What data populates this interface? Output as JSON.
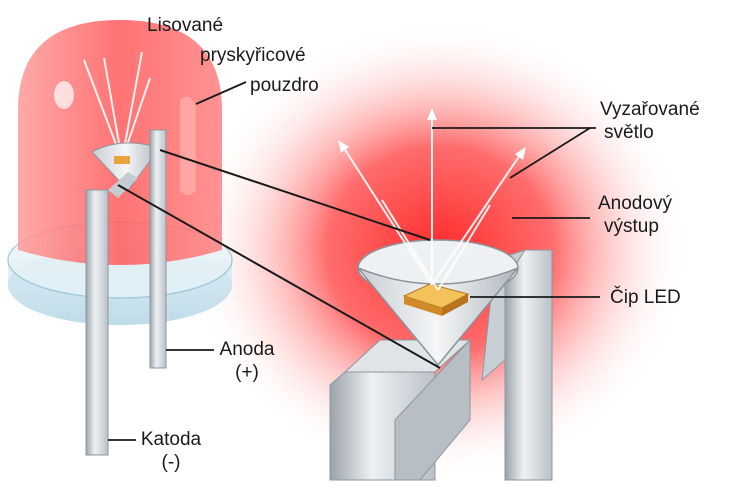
{
  "labels": {
    "housing": {
      "line1": "Lisované",
      "line2": "pryskyřicové",
      "line3": "pouzdro"
    },
    "light": {
      "line1": "Vyzařované",
      "line2": "světlo"
    },
    "anode_output": {
      "line1": "Anodový",
      "line2": "výstup"
    },
    "chip": {
      "text": "Čip LED"
    },
    "anode": {
      "line1": "Anoda",
      "line2": "(+)"
    },
    "cathode": {
      "line1": "Katoda",
      "line2": "(-)"
    }
  },
  "colors": {
    "glow": "#ff2a2a",
    "epoxy": "#ff6a6a",
    "metal": "#d7dde2",
    "chip": "#e8a33a",
    "leader": "#1a1a1a"
  },
  "icons": [
    "led-housing-icon",
    "led-chip-closeup-icon"
  ]
}
